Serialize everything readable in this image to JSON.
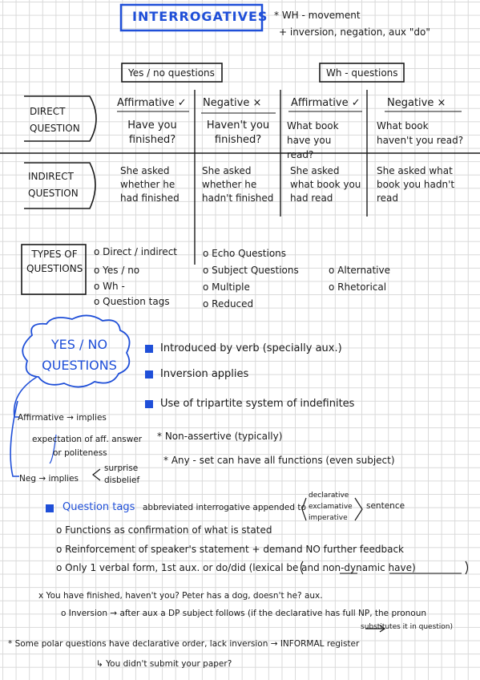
{
  "title": "INTERROGATIVES",
  "side_notes": {
    "line1": "* WH - movement",
    "line2": "+ inversion, negation, aux \"do\""
  },
  "table": {
    "col_groups": {
      "yes_no": "Yes / no questions",
      "wh": "Wh - questions"
    },
    "col_heads": [
      "Affirmative ✓",
      "Negative ×",
      "Affirmative ✓",
      "Negative ×"
    ],
    "rows": [
      {
        "label": "DIRECT QUESTION",
        "cells": [
          "Have you finished?",
          "Haven't you finished?",
          "What book have you read?",
          "What book haven't you read?"
        ]
      },
      {
        "label": "INDIRECT QUESTION",
        "cells": [
          "She asked whether he had finished",
          "She asked whether he hadn't finished",
          "She asked what book you had read",
          "She asked what book you hadn't read"
        ]
      }
    ]
  },
  "types": {
    "label": "TYPES OF QUESTIONS",
    "col1": [
      "o Direct / indirect",
      "o Yes / no",
      "o Wh -",
      "o Question tags"
    ],
    "col2": [
      "o Echo Questions",
      "o Subject Questions",
      "o Multiple",
      "o Reduced"
    ],
    "col3": [
      "o Alternative",
      "o Rhetorical"
    ]
  },
  "yesno": {
    "cloud": "YES / NO QUESTIONS",
    "points": [
      "Introduced by verb (specially aux.)",
      "Inversion applies",
      "Use of tripartite system of indefinites"
    ],
    "aff": {
      "line1": "Affirmative → implies",
      "line2": "expectation of aff. answer",
      "line3": "or politeness"
    },
    "neg": {
      "label": "Neg → implies",
      "opt1": "surprise",
      "opt2": "disbelief"
    },
    "star1": "* Non-assertive (typically)",
    "star2": "* Any - set can have all functions (even subject)"
  },
  "tags": {
    "head": "Question tags",
    "desc": "abbreviated interrogative appended to",
    "opts": [
      "declarative",
      "exclamative",
      "imperative"
    ],
    "sentence": "sentence",
    "points": [
      "o Functions as confirmation of what is stated",
      "o Reinforcement of speaker's statement + demand NO further feedback",
      "o Only 1 verbal form, 1st aux. or do/did (lexical be and non-dynamic have)"
    ],
    "example": "x You have finished, haven't you? Peter has a dog, doesn't he? aux.",
    "inversion": "o Inversion → after aux a DP subject follows (if the declarative has full NP, the pronoun",
    "inversion2": "substitutes it in question)"
  },
  "footer": {
    "line1": "* Some polar questions have declarative order, lack inversion → INFORMAL register",
    "line2": "↳ You didn't submit your paper?"
  }
}
